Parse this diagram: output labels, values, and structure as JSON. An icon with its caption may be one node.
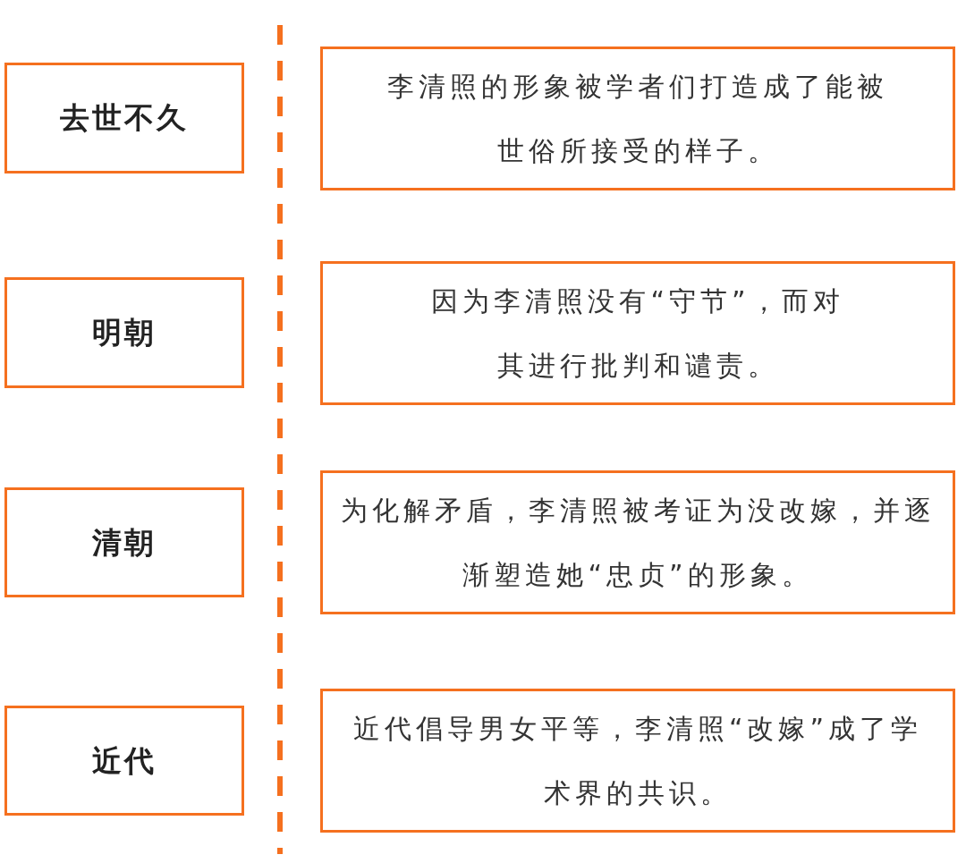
{
  "diagram": {
    "nodes": [
      {
        "text": [
          "去世不久"
        ]
      },
      {
        "text": [
          "李清照的形象被学者们打造成了能被世俗所接受的样子。"
        ]
      },
      {
        "text": [
          "明朝"
        ]
      },
      {
        "text": [
          "因为李清照没有“守节”，而对其进行批判和谴责。"
        ]
      },
      {
        "text": [
          "清朝"
        ]
      },
      {
        "text": [
          "为化解矛盾，李清照被考证为没改嫁，并逐渐塑造她“忠贞”的形象。"
        ]
      },
      {
        "text": [
          "近代"
        ]
      },
      {
        "text": [
          "近代倡导男女平等，李清照“改嫁”成了学术界的共识。"
        ]
      }
    ],
    "edges": []
  }
}
